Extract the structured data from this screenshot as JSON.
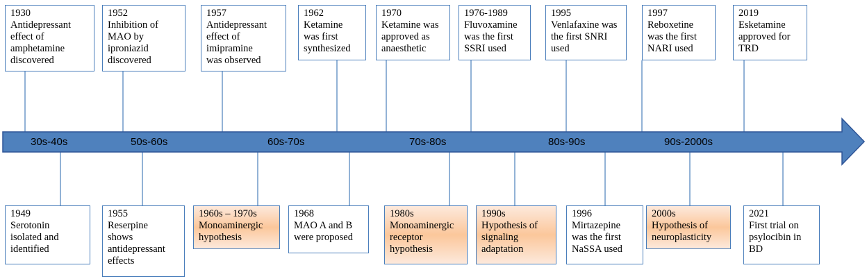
{
  "timeline": {
    "eras": [
      "30s-40s",
      "50s-60s",
      "60s-70s",
      "70s-80s",
      "80s-90s",
      "90s-2000s"
    ],
    "top_events": [
      {
        "year": "1930",
        "lines": [
          "Antidepressant",
          "effect of",
          "amphetamine",
          "discovered"
        ]
      },
      {
        "year": "1952",
        "lines": [
          "Inhibition of",
          "MAO by",
          "iproniazid",
          "discovered"
        ]
      },
      {
        "year": "1957",
        "lines": [
          "Antidepressant",
          "effect of",
          "imipramine",
          "was observed"
        ]
      },
      {
        "year": "1962",
        "lines": [
          "Ketamine",
          "was first",
          "synthesized"
        ]
      },
      {
        "year": "1970",
        "lines": [
          "Ketamine was",
          "approved as",
          "anaesthetic"
        ]
      },
      {
        "year": "1976-1989",
        "lines": [
          "Fluvoxamine",
          "was the first",
          "SSRI used"
        ]
      },
      {
        "year": "1995",
        "lines": [
          "Venlafaxine was",
          "the first SNRI",
          "used"
        ]
      },
      {
        "year": "1997",
        "lines": [
          "Reboxetine",
          "was the first",
          "NARI used"
        ]
      },
      {
        "year": "2019",
        "lines": [
          "Esketamine",
          "approved for",
          "TRD"
        ]
      }
    ],
    "bottom_events": [
      {
        "year": "1949",
        "lines": [
          "Serotonin",
          "isolated and",
          "identified"
        ],
        "highlight": false
      },
      {
        "year": "1955",
        "lines": [
          "Reserpine",
          "shows",
          "antidepressant",
          "effects"
        ],
        "highlight": false
      },
      {
        "year": "1960s – 1970s",
        "lines": [
          "Monoaminergic",
          "hypothesis"
        ],
        "highlight": true
      },
      {
        "year": "1968",
        "lines": [
          "MAO A and B",
          "were proposed"
        ],
        "highlight": false
      },
      {
        "year": "1980s",
        "lines": [
          "Monoaminergic",
          "receptor",
          "hypothesis"
        ],
        "highlight": true
      },
      {
        "year": "1990s",
        "lines": [
          "Hypothesis of",
          "signaling",
          "adaptation"
        ],
        "highlight": true
      },
      {
        "year": "1996",
        "lines": [
          "Mirtazepine",
          "was the first",
          "NaSSA used"
        ],
        "highlight": false
      },
      {
        "year": "2000s",
        "lines": [
          "Hypothesis of",
          "neuroplasticity"
        ],
        "highlight": true
      },
      {
        "year": "2021",
        "lines": [
          "First trial on",
          "psylocibin in",
          "BD"
        ],
        "highlight": false
      }
    ]
  },
  "colors": {
    "arrow_fill": "#4f81bd",
    "arrow_stroke": "#2f5597",
    "box_border": "#4a7ebb",
    "connector": "#4a7ebb",
    "highlight_mid": "#fbc79b",
    "highlight_edge": "#fde9dc"
  }
}
